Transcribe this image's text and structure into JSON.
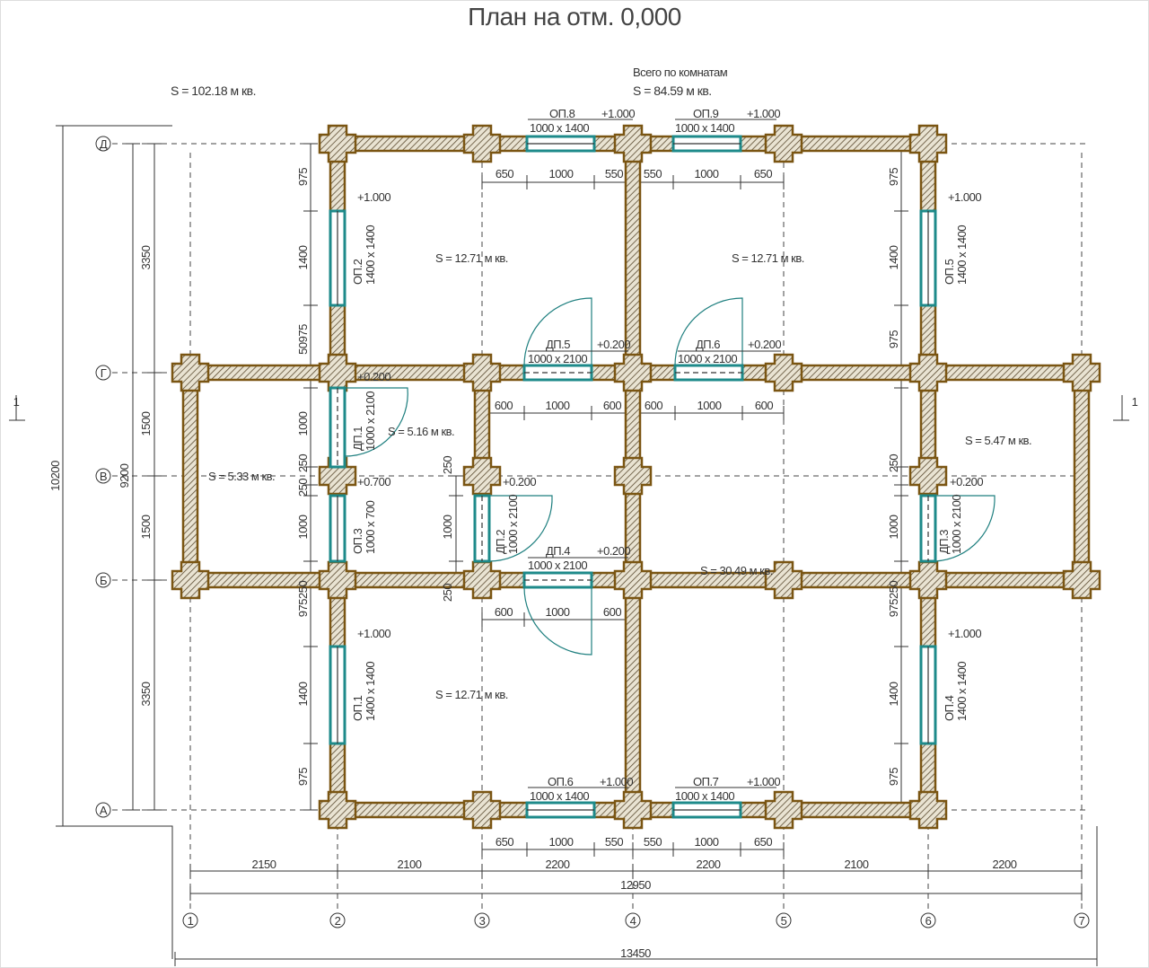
{
  "title": "План на отм. 0,000",
  "total_area": "S  =  102.18 м кв.",
  "rooms_total_caption": "Всего по комнатам",
  "rooms_total_area": "S  =  84.59 м кв.",
  "rooms": {
    "top_left": "S  =  12.71 м кв.",
    "top_right": "S  =  12.71 м кв.",
    "bottom_left": "S  =  12.71 м кв.",
    "left_wing": "S  =  5.33 м кв.",
    "bath": "S  =  5.16 м кв.",
    "right_wing": "S  =  5.47 м кв.",
    "hall": "S  =  30.49 м кв."
  },
  "openings": {
    "op8": {
      "name": "ОП.8",
      "size": "1000 x 1400",
      "level": "+1.000"
    },
    "op9": {
      "name": "ОП.9",
      "size": "1000 x 1400",
      "level": "+1.000"
    },
    "op6": {
      "name": "ОП.6",
      "size": "1000 x 1400",
      "level": "+1.000"
    },
    "op7": {
      "name": "ОП.7",
      "size": "1000 x 1400",
      "level": "+1.000"
    },
    "op2": {
      "name": "ОП.2",
      "size": "1400 x 1400",
      "level": "+1.000"
    },
    "op5": {
      "name": "ОП.5",
      "size": "1400 x 1400",
      "level": "+1.000"
    },
    "op1": {
      "name": "ОП.1",
      "size": "1400 x 1400",
      "level": "+1.000"
    },
    "op4": {
      "name": "ОП.4",
      "size": "1400 x 1400",
      "level": "+1.000"
    },
    "op3": {
      "name": "ОП.3",
      "size": "1000 x 700",
      "level": "+0.700"
    },
    "dp5": {
      "name": "ДП.5",
      "size": "1000 x 2100",
      "level": "+0.200"
    },
    "dp6": {
      "name": "ДП.6",
      "size": "1000 x 2100",
      "level": "+0.200"
    },
    "dp4": {
      "name": "ДП.4",
      "size": "1000 x 2100",
      "level": "+0.200"
    },
    "dp1": {
      "name": "ДП.1",
      "size": "1000 x 2100",
      "level": "+0.200"
    },
    "dp2": {
      "name": "ДП.2",
      "size": "1000 x 2100",
      "level": "+0.200"
    },
    "dp3": {
      "name": "ДП.3",
      "size": "1000 x 2100",
      "level": "+0.200"
    }
  },
  "dims": {
    "top": [
      "650",
      "1000",
      "550",
      "550",
      "1000",
      "650"
    ],
    "mid_upper": [
      "600",
      "1000",
      "600",
      "600",
      "1000",
      "600"
    ],
    "mid_lower": [
      "600",
      "1000",
      "600"
    ],
    "bottom": [
      "650",
      "1000",
      "550",
      "550",
      "1000",
      "650"
    ],
    "axes_row": [
      "2150",
      "2100",
      "2200",
      "2200",
      "2100",
      "2200"
    ],
    "inner_total": "12950",
    "outer_total": "13450",
    "left_axes": [
      "3350",
      "1500",
      "1500",
      "3350"
    ],
    "left_inner_total": "9200",
    "left_outer_total": "10200",
    "left_wall": [
      "975",
      "1400",
      "50975",
      "1000",
      "250",
      "250",
      "1000",
      "975250",
      "1400",
      "975"
    ],
    "right_wall": [
      "975",
      "1400",
      "975",
      "250",
      "1000",
      "975250",
      "1400",
      "975"
    ],
    "mid_wall": [
      "250",
      "1000",
      "250"
    ]
  },
  "axes_letters": [
    "Д",
    "Г",
    "В",
    "Б",
    "А"
  ],
  "axes_numbers": [
    "1",
    "2",
    "3",
    "4",
    "5",
    "6",
    "7"
  ],
  "section_mark": "1",
  "colors": {
    "wall": "#7a5512",
    "glass": "#1e8a8a"
  }
}
